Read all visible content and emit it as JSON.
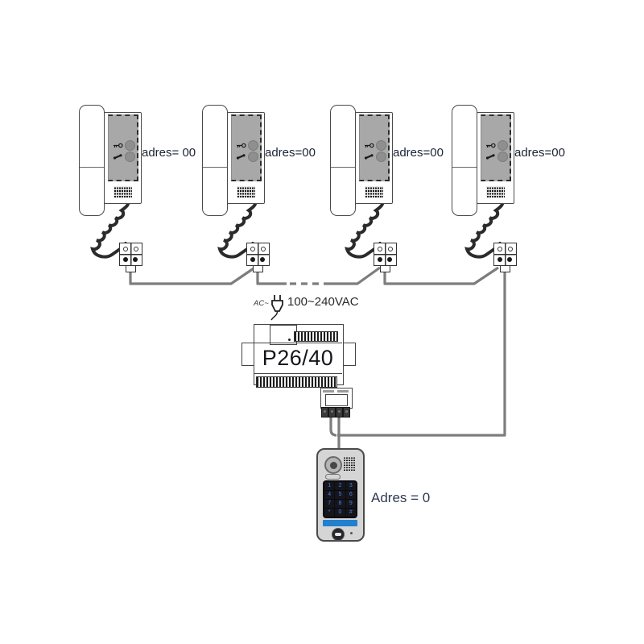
{
  "units": [
    {
      "label": "adres= 00"
    },
    {
      "label": "adres=00"
    },
    {
      "label": "adres=00"
    },
    {
      "label": "adres=00"
    }
  ],
  "power_supply": {
    "model": "P26/40",
    "ac_input_label": "AC~",
    "voltage": "100~240VAC"
  },
  "door_station": {
    "address_label": "Adres = 0",
    "keypad_keys": [
      "1",
      "2",
      "3",
      "4",
      "5",
      "6",
      "7",
      "8",
      "9",
      "*",
      "0",
      "#"
    ]
  },
  "icons": {
    "unit_top": "key-icon",
    "unit_bottom": "phone-icon",
    "power": "plug-icon",
    "door_bottom": "key-button-icon"
  },
  "colors": {
    "wire": "#7d7d7d",
    "cord": "#2b2b2b",
    "unit_panel": "#a8a8a8",
    "door_body": "#d5d5d5",
    "keypad_glyphs": "#4a7fe8",
    "accent_bar": "#2180cf",
    "label_text": "#1c2433"
  }
}
